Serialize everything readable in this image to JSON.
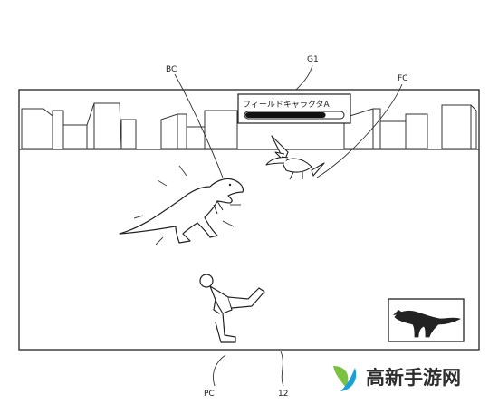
{
  "labels": {
    "g1": "G1",
    "bc": "BC",
    "fc": "FC",
    "pc": "PC",
    "screen_number": "12"
  },
  "hud": {
    "name": "フィールドキャラクタA",
    "health_fraction": 0.82
  },
  "watermark": {
    "text": "高新手游网",
    "colors": [
      "#7cc242",
      "#1b9fd8"
    ]
  }
}
